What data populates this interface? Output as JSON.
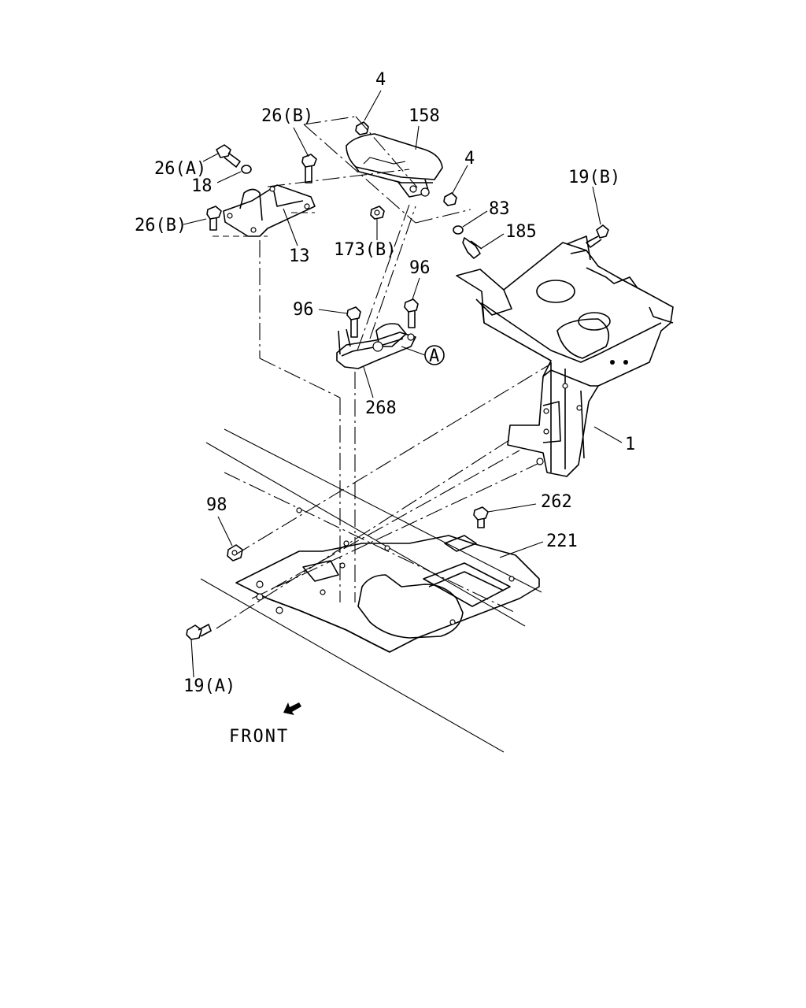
{
  "diagram": {
    "front_label": "FRONT",
    "circle_marker": "A",
    "callouts": {
      "c4_top": "4",
      "c158": "158",
      "c26b_top": "26(B)",
      "c4_right": "4",
      "c26a": "26(A)",
      "c18": "18",
      "c19b": "19(B)",
      "c83": "83",
      "c26b_left": "26(B)",
      "c185": "185",
      "c13": "13",
      "c173b": "173(B)",
      "c96_right": "96",
      "c96_left": "96",
      "c268": "268",
      "c1": "1",
      "c262": "262",
      "c98": "98",
      "c221": "221",
      "c19a": "19(A)"
    }
  }
}
